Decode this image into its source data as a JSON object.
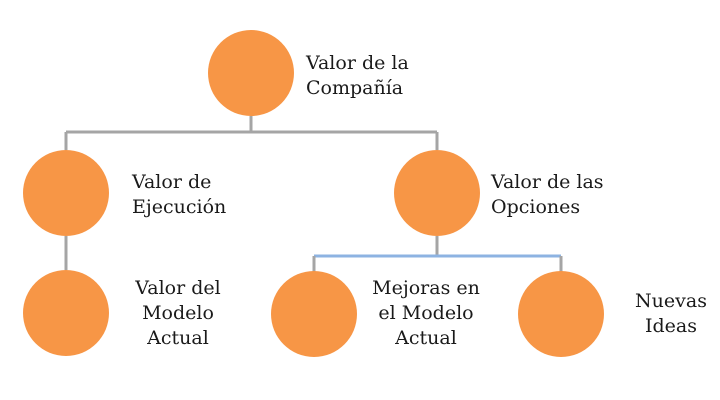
{
  "colors": {
    "node_fill": "#F79646",
    "connector_gray": "#A5A5A5",
    "connector_blue": "#8DB3E2",
    "text": "#1A1A1A"
  },
  "nodes": {
    "company": {
      "label": "Valor de la\nCompañía"
    },
    "execution": {
      "label": "Valor de\nEjecución"
    },
    "options": {
      "label": "Valor de las\nOpciones"
    },
    "current_model": {
      "label": "Valor del\nModelo\nActual"
    },
    "improvements": {
      "label": "Mejoras en\nel Modelo\nActual"
    },
    "new_ideas": {
      "label": "Nuevas\nIdeas"
    }
  }
}
